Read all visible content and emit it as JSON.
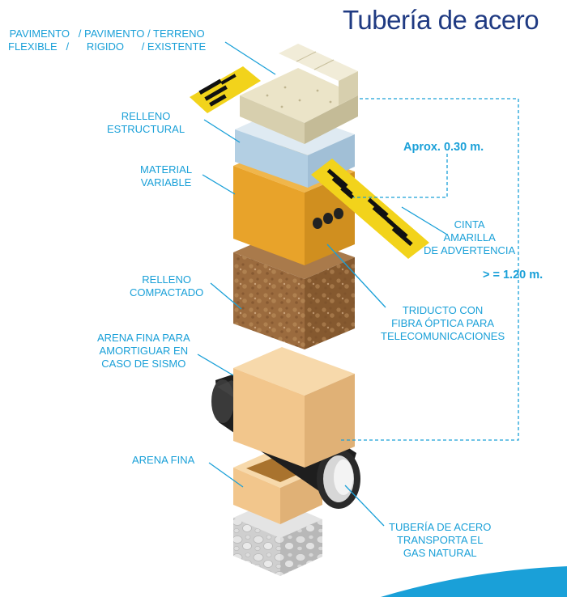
{
  "title": "Tubería de acero",
  "labels": {
    "pavimento": "PAVIMENTO   / PAVIMENTO / TERRENO\nFLEXIBLE   /      RIGIDO      / EXISTENTE",
    "relleno_estructural": "RELLENO\nESTRUCTURAL",
    "material_variable": "MATERIAL\nVARIABLE",
    "relleno_compactado": "RELLENO\nCOMPACTADO",
    "arena_sismo": "ARENA FINA PARA\nAMORTIGUAR EN\nCASO DE SISMO",
    "arena_fina": "ARENA FINA",
    "cinta": "CINTA\nAMARILLA\nDE ADVERTENCIA",
    "triducto": "TRIDUCTO CON\nFIBRA ÓPTICA PARA\nTELECOMUNICACIONES",
    "tuberia": "TUBERÍA DE ACERO\nTRANSPORTA EL\nGAS NATURAL"
  },
  "measurements": {
    "shallow": "Aprox. 0.30 m.",
    "deep": "> = 1.20 m."
  },
  "colors": {
    "title": "#1f3a82",
    "label": "#1aa0d8",
    "tape": "#f2d31b",
    "pavement": "#ebe4c8",
    "structural_fill": "#b3cfe3",
    "variable_material": "#e8a32a",
    "compacted_fill": "#9b6b3e",
    "fine_sand": "#f2c68c",
    "base_stone": "#cfcfcf",
    "pipe": "#1e1e1e"
  }
}
